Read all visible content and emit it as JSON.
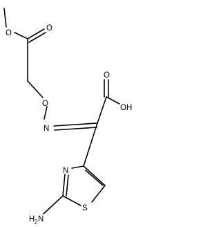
{
  "molecule": {
    "atoms": {
      "ester_carbonyl_o": "O",
      "ester_methoxy_o": "O",
      "oxime_o": "O",
      "oxime_n": "N",
      "acid_carbonyl_o": "O",
      "acid_hydroxyl": "OH",
      "thiazole_n": "N",
      "thiazole_s": "S",
      "amine_h": "H",
      "amine_h_count": "2",
      "amine_n": "N"
    }
  }
}
